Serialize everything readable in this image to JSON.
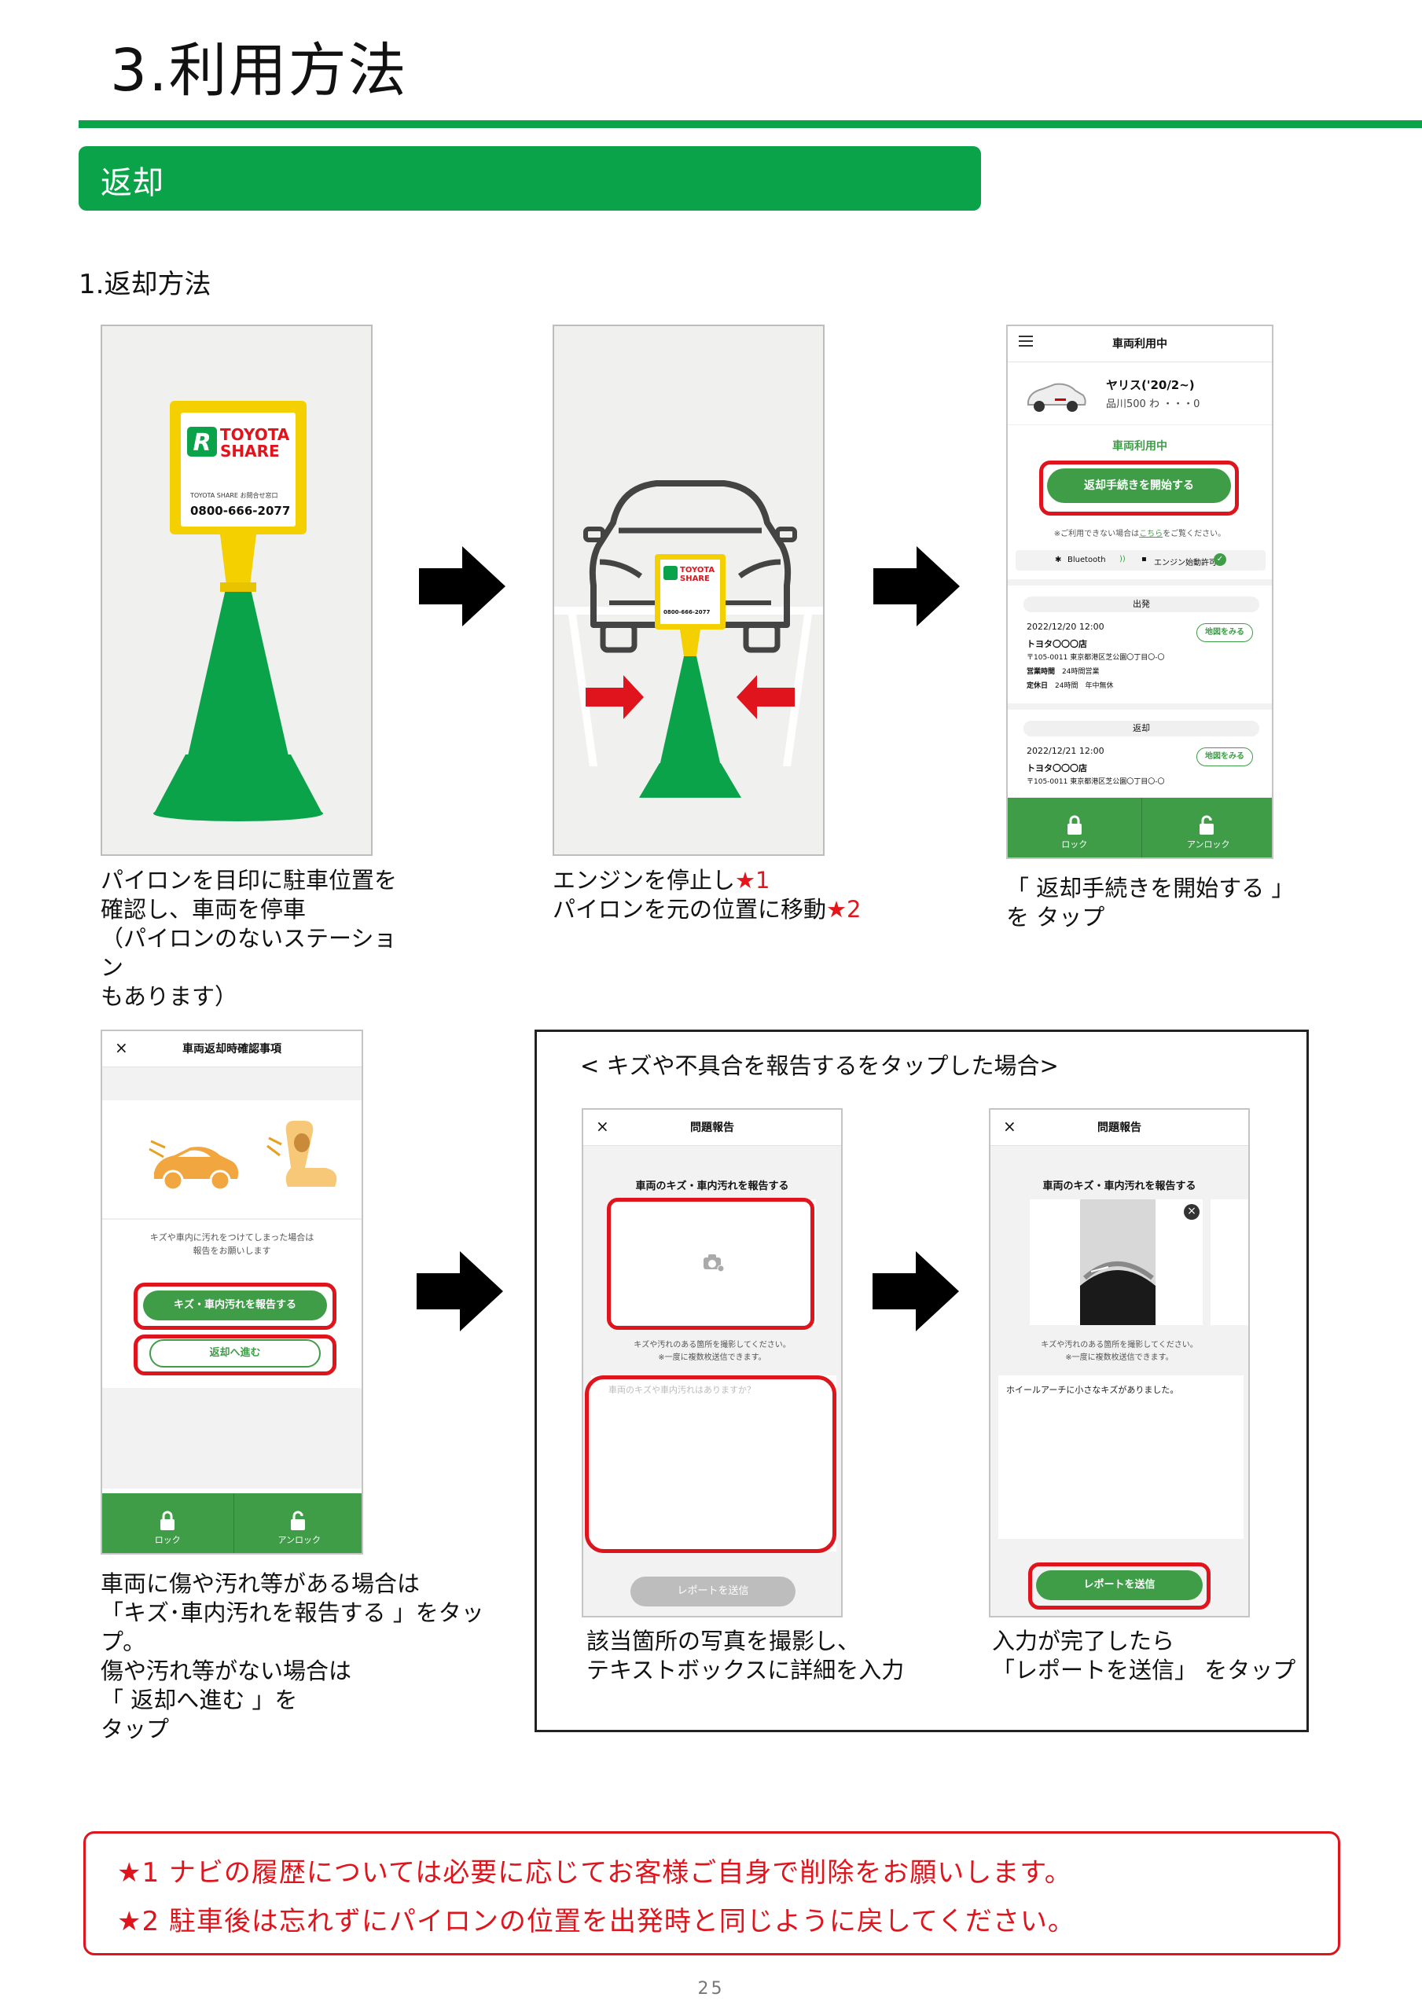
{
  "header": {
    "title": "3.利用方法",
    "section": "返却",
    "subsection": "1.返却方法"
  },
  "step1": {
    "sign_brand_line1": "TOYOTA",
    "sign_brand_line2": "SHARE",
    "sign_contact_label": "TOYOTA SHARE お問合せ窓口",
    "sign_phone": "0800-666-2077",
    "caption": "パイロンを目印に駐車位置を\n確認し、車両を停車\n（パイロンのないステーション\nもあります）"
  },
  "step2": {
    "sign_brand_line1": "TOYOTA",
    "sign_brand_line2": "SHARE",
    "sign_phone": "0800-666-2077",
    "caption_a": "エンジンを停止し",
    "star1": "★1",
    "caption_b": "パイロンを元の位置に移動",
    "star2": "★2"
  },
  "step3": {
    "screen": {
      "header_title": "車両利用中",
      "car_name": "ヤリス('20/2~)",
      "car_plate": "品川500 わ ・・・0",
      "status": "車両利用中",
      "start_return_button": "返却手続きを開始する",
      "help_text_pre": "※ご利用できない場合は",
      "help_link": "こちら",
      "help_text_post": "をご覧ください。",
      "bluetooth_label": "Bluetooth",
      "engine_label": "エンジン始動許可",
      "departure_header": "出発",
      "departure_datetime": "2022/12/20 12:00",
      "departure_store": "トヨタ〇〇〇店",
      "departure_address": "〒105-0011 東京都港区芝公園〇丁目〇-〇",
      "hours_label": "営業時間",
      "hours_value": "24時間営業",
      "closed_label": "定休日",
      "closed_value": "24時間　年中無休",
      "map_button": "地図をみる",
      "return_header": "返却",
      "return_datetime": "2022/12/21 12:00",
      "return_store": "トヨタ〇〇〇店",
      "return_address": "〒105-0011 東京都港区芝公園〇丁目〇-〇",
      "lock_label": "ロック",
      "unlock_label": "アンロック"
    },
    "caption": "「 返却手続きを開始する 」\nを タップ"
  },
  "step4": {
    "screen": {
      "header_title": "車両返却時確認事項",
      "info_text": "キズや車内に汚れをつけてしまった場合は\n報告をお願いします",
      "report_button": "キズ・車内汚れを報告する",
      "proceed_button": "返却へ進む",
      "lock_label": "ロック",
      "unlock_label": "アンロック"
    },
    "caption": "車両に傷や汚れ等がある場合は\n「キズ･車内汚れを報告する 」をタップ。\n傷や汚れ等がない場合は\n 「 返却へ進む 」を\nタップ"
  },
  "report_frame": {
    "title": "< キズや不具合を報告するをタップした場合>",
    "screen_a": {
      "header_title": "問題報告",
      "section_title": "車両のキズ・車内汚れを報告する",
      "photo_note": "キズや汚れのある箇所を撮影してください。\n※一度に複数枚送信できます。",
      "textarea_placeholder": "車両のキズや車内汚れはありますか？",
      "submit_button": "レポートを送信"
    },
    "caption_a": "該当箇所の写真を撮影し、\nテキストボックスに詳細を入力",
    "screen_b": {
      "header_title": "問題報告",
      "section_title": "車両のキズ・車内汚れを報告する",
      "photo_note": "キズや汚れのある箇所を撮影してください。\n※一度に複数枚送信できます。",
      "textarea_value": "ホイールアーチに小さなキズがありました。",
      "submit_button": "レポートを送信"
    },
    "caption_b": "入力が完了したら\n「レポートを送信」 をタップ"
  },
  "notes": {
    "note1_star": "★1",
    "note1": " ナビの履歴については必要に応じてお客様ご自身で削除をお願いします。",
    "note2_star": "★2",
    "note2": " 駐車後は忘れずにパイロンの位置を出発時と同じように戻してください。"
  },
  "page_number": "25",
  "colors": {
    "brand_green": "#0aa34a",
    "app_green": "#3f9d48",
    "highlight_red": "#e0141c",
    "cone_yellow": "#f5d000"
  },
  "icons": [
    "arrow-right-icon",
    "camera-icon",
    "close-icon",
    "menu-icon",
    "lock-icon",
    "unlock-icon",
    "bluetooth-icon",
    "check-icon"
  ]
}
